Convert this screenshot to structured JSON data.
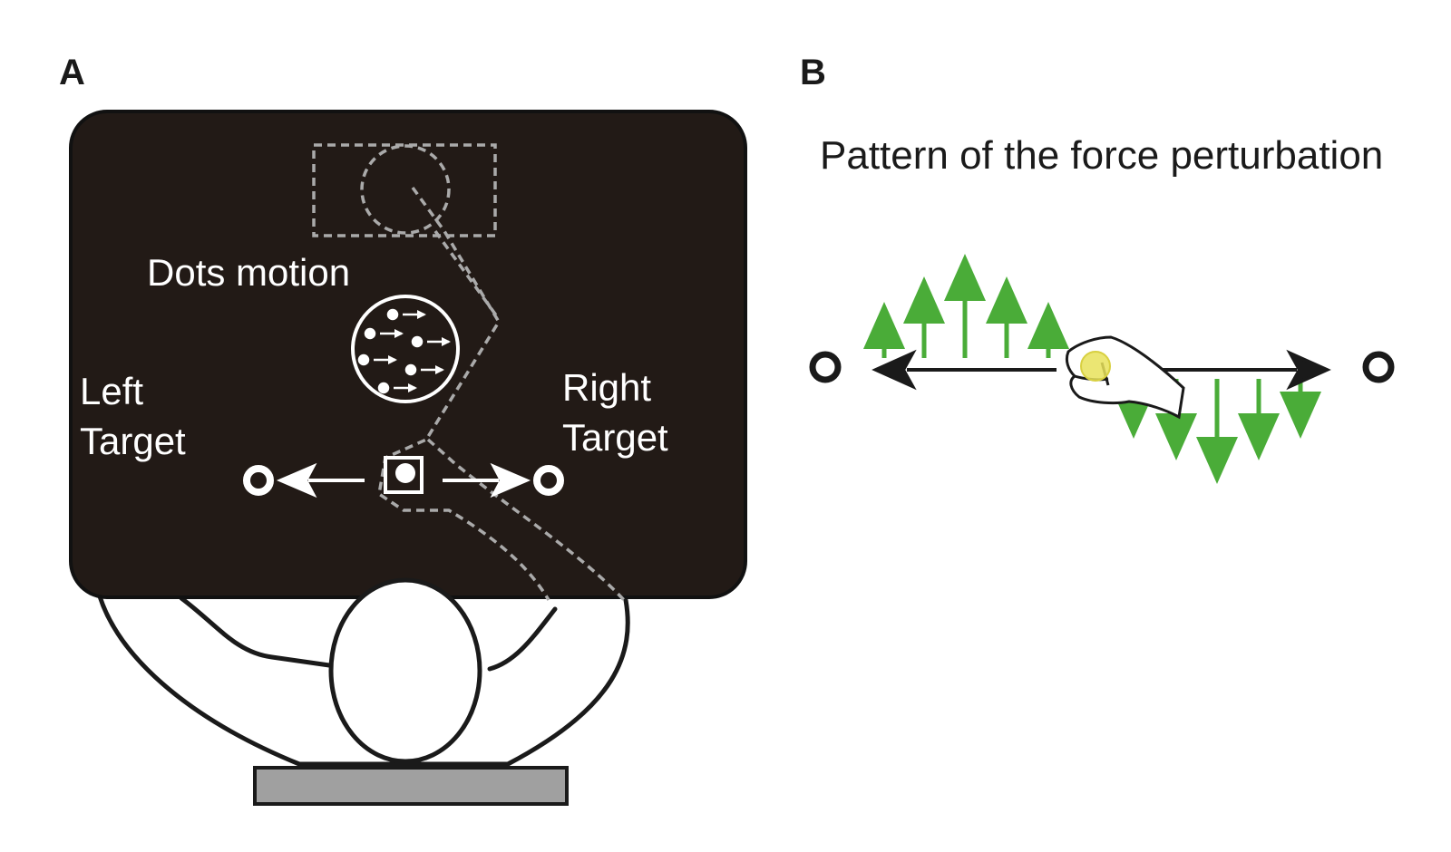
{
  "panel_a": {
    "letter": "A",
    "dots_motion_label": "Dots motion",
    "left_target_line1": "Left",
    "left_target_line2": "Target",
    "right_target_line1": "Right",
    "right_target_line2": "Target"
  },
  "panel_b": {
    "letter": "B",
    "title": "Pattern of the force perturbation"
  },
  "colors": {
    "screen": "#221a16",
    "force_arrow": "#4aac38",
    "hand_ball": "#e8e25a",
    "stand": "#a0a0a0",
    "outline": "#1a1a1a"
  },
  "icons": {
    "left_target": "ring-target-icon",
    "right_target": "ring-target-icon",
    "start_position": "square-start-icon",
    "cursor": "cursor-dot-icon",
    "hand": "hand-grip-icon"
  }
}
